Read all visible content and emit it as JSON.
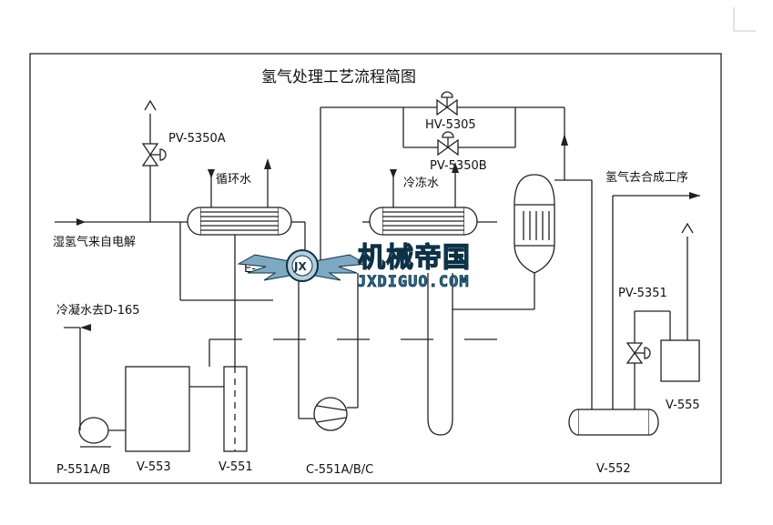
{
  "title": "氢气处理工艺流程简图",
  "labels": {
    "pv5350a": "PV-5350A",
    "hv5305": "HV-5305",
    "pv5350b": "PV-5350B",
    "circulating_water": "循环水",
    "chilled_water": "冷冻水",
    "wet_hydrogen": "湿氢气来自电解",
    "hydrogen_to_synthesis": "氢气去合成工序",
    "condensate": "冷凝水去D-165",
    "pv5351": "PV-5351",
    "v555": "V-555",
    "v552": "V-552",
    "p551": "P-551A/B",
    "v553": "V-553",
    "v551": "V-551",
    "c551": "C-551A/B/C",
    "e_partial": "E-"
  },
  "watermark": {
    "brand": "机械帝国",
    "url": "JXDIGUO.COM",
    "logo_letters": "JX"
  },
  "colors": {
    "line": "#222222",
    "watermark": "#2b6d8e",
    "watermark_dark": "#0d3146"
  }
}
